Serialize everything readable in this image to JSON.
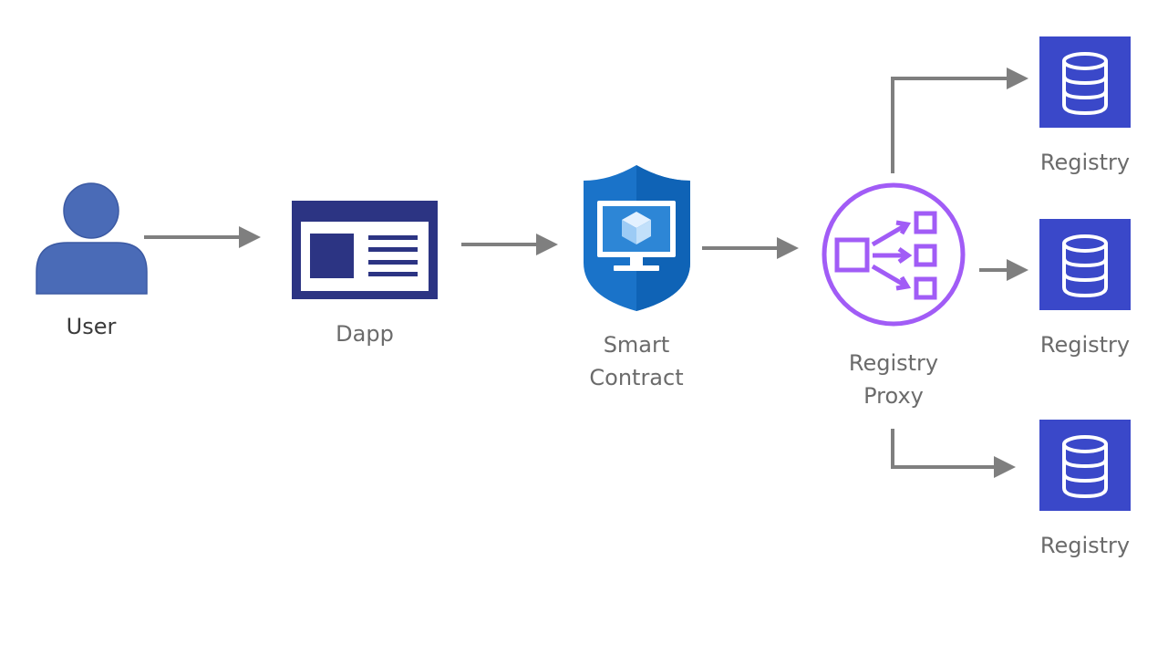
{
  "nodes": {
    "user": {
      "label": "User",
      "icon": "user-icon"
    },
    "dapp": {
      "label": "Dapp",
      "icon": "browser-window-icon"
    },
    "smart_contract": {
      "label_line1": "Smart",
      "label_line2": "Contract",
      "icon": "shield-monitor-icon"
    },
    "registry_proxy": {
      "label_line1": "Registry",
      "label_line2": "Proxy",
      "icon": "distribution-hub-icon"
    },
    "registries": [
      {
        "label": "Registry",
        "icon": "database-icon"
      },
      {
        "label": "Registry",
        "icon": "database-icon"
      },
      {
        "label": "Registry",
        "icon": "database-icon"
      }
    ]
  },
  "colors": {
    "user": "#4a6bb7",
    "dapp": "#2c3483",
    "contract_shield": "#1a73c9",
    "proxy": "#a15cf6",
    "registry": "#3a48c9",
    "arrow": "#7f7f7f",
    "label": "#6b6b6b"
  }
}
